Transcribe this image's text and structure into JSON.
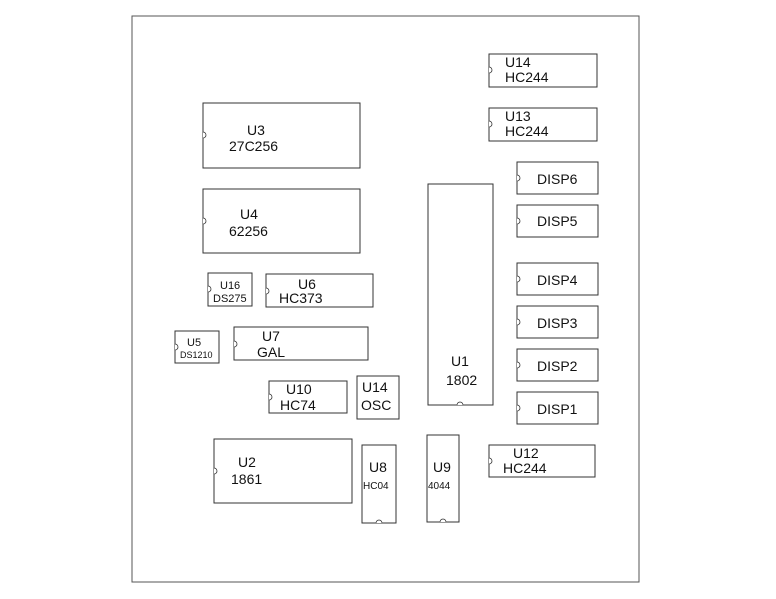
{
  "components": [
    {
      "ref": "U14",
      "part": "HC244"
    },
    {
      "ref": "U13",
      "part": "HC244"
    },
    {
      "ref": "U3",
      "part": "27C256"
    },
    {
      "ref": "U4",
      "part": "62256"
    },
    {
      "part": "DISP6"
    },
    {
      "part": "DISP5"
    },
    {
      "ref": "U16",
      "part": "DS275"
    },
    {
      "ref": "U6",
      "part": "HC373"
    },
    {
      "part": "DISP4"
    },
    {
      "ref": "U5",
      "part": "DS1210"
    },
    {
      "ref": "U7",
      "part": "GAL"
    },
    {
      "part": "DISP3"
    },
    {
      "ref": "U1",
      "part": "1802"
    },
    {
      "part": "DISP2"
    },
    {
      "ref": "U10",
      "part": "HC74"
    },
    {
      "ref": "U14",
      "part": "OSC"
    },
    {
      "part": "DISP1"
    },
    {
      "ref": "U2",
      "part": "1861"
    },
    {
      "ref": "U8",
      "part": "HC04"
    },
    {
      "ref": "U9",
      "part": "4044"
    },
    {
      "ref": "U12",
      "part": "HC244"
    }
  ]
}
